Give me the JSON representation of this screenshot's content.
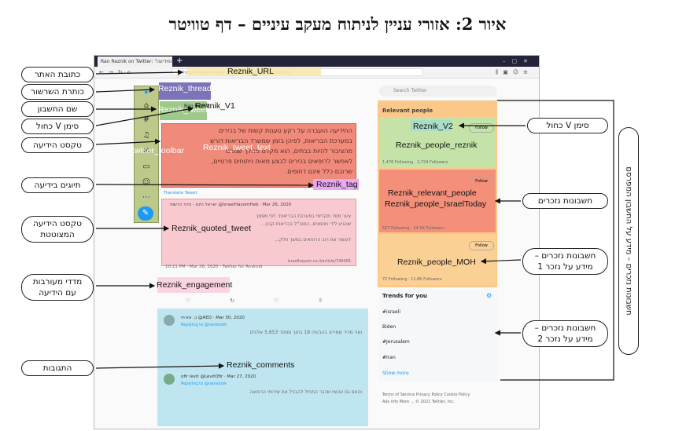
{
  "figure_title": "איור 2: אזורי עניין לניתוח מעקב עיניים – דף טוויטר",
  "browser": {
    "tab_title": "Ran Reznik on Twitter: \"החידיעה...",
    "new_tab": "+",
    "url": "https://twitter.com/.../status/1242718789579913...",
    "search_placeholder": "Search Twitter"
  },
  "tweet": {
    "account_name": "Ran Reznik",
    "body": [
      "החידיעה הועברה על רקע טענות קשות של בכירים",
      "במערכת הבריאות, לפיהן בזמן שמשרד הבריאות דורש",
      "מהציבור להיות בבתים, הוא מקדם מהלך שגורם",
      "לאפשר לרופאים בכירים לבצע מאות ניתוחים פרטיים,",
      "שרובם כלל אינם דחופים."
    ],
    "translate": "Translate Tweet",
    "quoted_author": "ישראל היום - הדף הרשמי @IsraelHayomHeb · Mar 26, 2020",
    "quoted_body": [
      "צער מסר תקדימי במערכת הבריאות: לפי מסמך",
      "שהגיע לידי מוזמנים, המנכ\"ל בבריאות קבע...",
      "לעשור את רוב הרופאים במשך חלק...",
      "israelhayom.co.il/article/746005"
    ],
    "timestamp": "10:21 PM · Mar 26, 2020 · Twitter for Android"
  },
  "comments": [
    {
      "author": "ב. אזרחי @AEO · Mar 30, 2020",
      "reply": "Replying to @ranreznik",
      "lines": [
        "ואני מכיר שמירונ בהבעיה 19 בתוך מספר 5,653 אלפים"
      ]
    },
    {
      "author": "ofir levit @LevitOfir · Mar 27, 2020",
      "reply": "Replying to @ranreznik",
      "lines": [
        "והאם גם עכשיו שכבר התחיל להבניל את שירותי הרפואה"
      ]
    }
  ],
  "sidebar": {
    "relevant_people": "Relevant people",
    "follow": "Follow",
    "stats1": "1,476 Following · 2,724 Followers",
    "stats2": "527 Following · 14.5K Followers",
    "stats3": "72 Following · 11.8K Followers",
    "trends_title": "Trends for you",
    "trends": [
      "#israeli",
      "Biden",
      "#Jerusalem",
      "#Iran"
    ],
    "show_more": "Show more",
    "footer": [
      "Terms of Service  Privacy Policy  Cookie Policy",
      "Ads info  More ...  © 2021 Twitter, Inc."
    ]
  },
  "regions": {
    "url": "Reznik_URL",
    "thread": "Reznik_thread",
    "v1": "Reznik_V1",
    "tweet_text": "Reznik_tweet_text",
    "tweet": "Reznik_tweet",
    "toolbar": "twitter_toolbar",
    "tag": "Reznik_tag",
    "quoted": "Reznik_quoted_tweet",
    "engagement": "Reznik_engagement",
    "comments": "Reznik_comments",
    "v2": "Reznik_V2",
    "people_reznik": "Reznik_people_reznik",
    "relevant_people": "Reznik_relevant_people",
    "people_israeltoday": "Reznik_people_IsraelToday",
    "people_moh": "Reznik_people_MOH"
  },
  "callouts": {
    "url": "כתובת האתר",
    "thread": "כותרת השרשור",
    "account": "שם החשבון",
    "v_mark_left": "סימן V כחול",
    "tweet_text": "טקסט הידיעה",
    "tags": "תיוגים בידיעה",
    "quoted": [
      "טקסט הידיעה",
      "המצוטטת"
    ],
    "engagement": [
      "מדדי מעורבות",
      "עם הידיעה"
    ],
    "comments": "התגובות",
    "v_mark_right": "סימן V כחול",
    "mentioned": "חשבונות נזכרים",
    "mentioned1": [
      "חשבונות נזכרים –",
      "מידע על נזכר 1"
    ],
    "mentioned2": [
      "חשבונות נזכרים –",
      "מידע על נזכר 2"
    ],
    "vertical": "חשבונות נזכרים – מידע על החשבון המפרסם"
  },
  "colors": {
    "thread": "#7a74b8",
    "toolbar": "#bcc98a",
    "account": "#9fc98a",
    "tweet_text": "#f08a7a",
    "tag": "#e9a8ef",
    "quoted": "#f9c9d0",
    "engagement": "#fbd4e4",
    "comments": "#bfe6f0",
    "relevant": "#fbc88a",
    "people_reznik": "#c5e3a8",
    "people_israeltoday": "#f4907a",
    "people_moh": "#fbd095",
    "v2": "#a9ddc8",
    "url": "#f6e7a8"
  }
}
